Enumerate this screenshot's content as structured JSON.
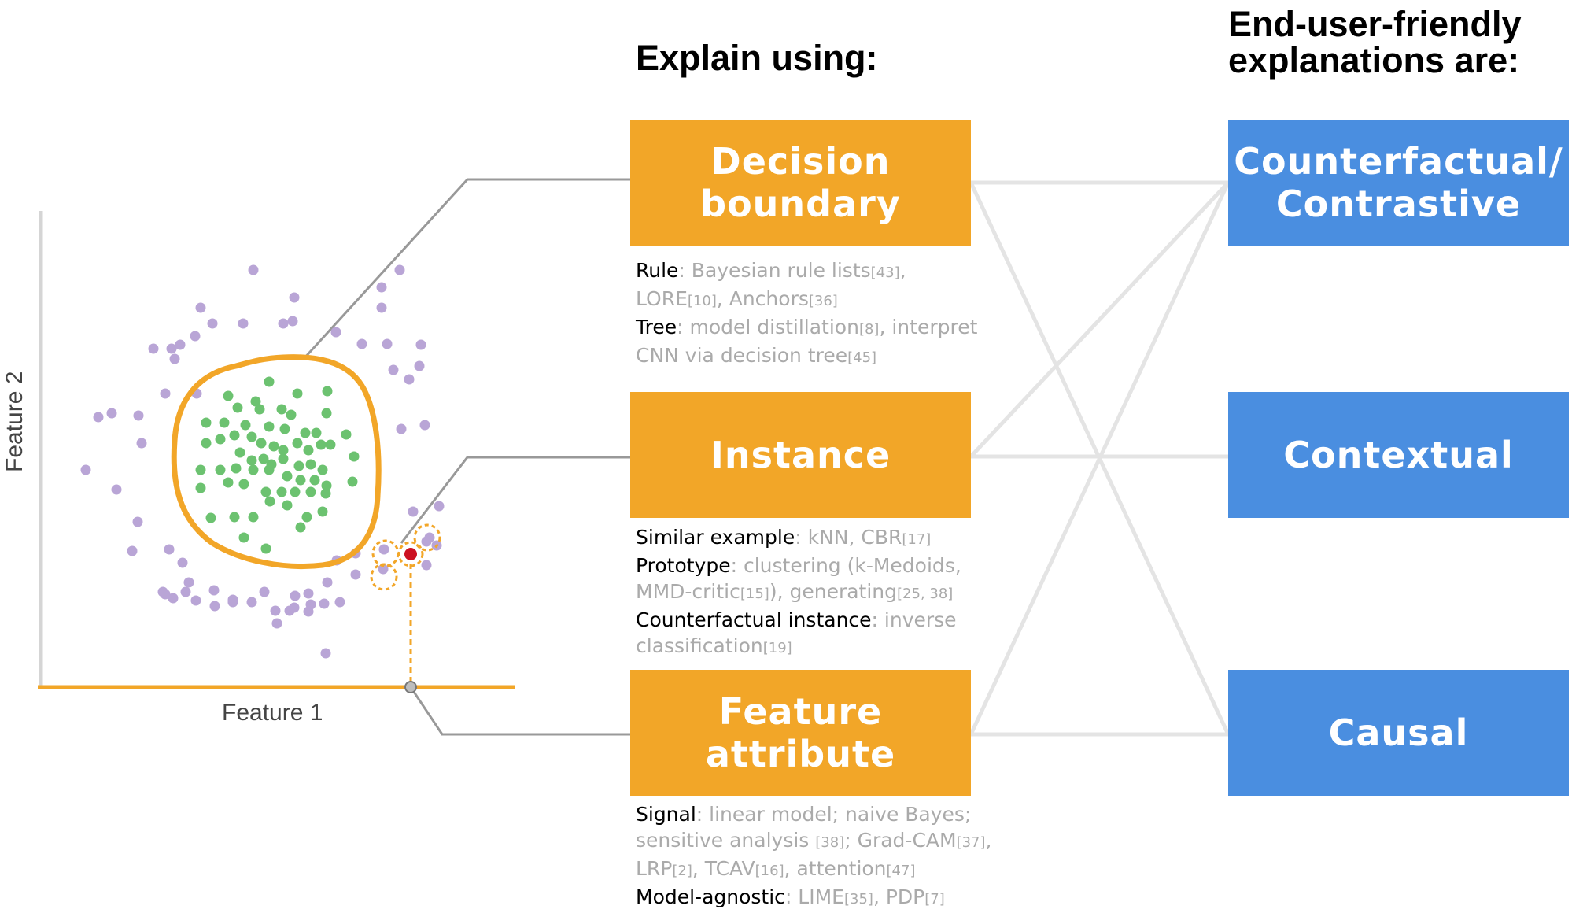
{
  "headers": {
    "explain_using": "Explain using:",
    "end_user_line1": "End-user-friendly",
    "end_user_line2": "explanations are:"
  },
  "scatter": {
    "y_axis_label": "Feature 2",
    "x_axis_label": "Feature 1",
    "colors": {
      "inner_points": "#6cc270",
      "outer_points": "#b9a5d6",
      "boundary": "#f2a628",
      "query_point": "#cc1122",
      "axis": "#d5d5d5"
    }
  },
  "method_boxes": [
    {
      "id": "decision-boundary",
      "line1": "Decision",
      "line2": "boundary"
    },
    {
      "id": "instance",
      "line1": "Instance",
      "line2": ""
    },
    {
      "id": "feature-attribute",
      "line1": "Feature",
      "line2": "attribute"
    }
  ],
  "method_details": {
    "decision_boundary": [
      {
        "parts": [
          {
            "t": "Rule",
            "c": "mname"
          },
          {
            "t": ": Bayesian rule lists",
            "c": ""
          },
          {
            "t": "[43]",
            "c": "ref"
          },
          {
            "t": ",",
            "c": ""
          }
        ]
      },
      {
        "parts": [
          {
            "t": "LORE",
            "c": ""
          },
          {
            "t": "[10]",
            "c": "ref"
          },
          {
            "t": ", Anchors",
            "c": ""
          },
          {
            "t": "[36]",
            "c": "ref"
          }
        ]
      },
      {
        "parts": [
          {
            "t": "Tree",
            "c": "mname"
          },
          {
            "t": ": model distillation",
            "c": ""
          },
          {
            "t": "[8]",
            "c": "ref"
          },
          {
            "t": ", interpret",
            "c": ""
          }
        ]
      },
      {
        "parts": [
          {
            "t": "CNN via decision tree",
            "c": ""
          },
          {
            "t": "[45]",
            "c": "ref"
          }
        ]
      }
    ],
    "instance": [
      {
        "parts": [
          {
            "t": "Similar example",
            "c": "mname"
          },
          {
            "t": ": kNN, CBR",
            "c": ""
          },
          {
            "t": "[17]",
            "c": "ref"
          }
        ]
      },
      {
        "parts": [
          {
            "t": "Prototype",
            "c": "mname"
          },
          {
            "t": ": clustering (k-Medoids,",
            "c": ""
          }
        ]
      },
      {
        "parts": [
          {
            "t": "MMD-critic",
            "c": ""
          },
          {
            "t": "[15]",
            "c": "ref"
          },
          {
            "t": "), generating",
            "c": ""
          },
          {
            "t": "[25, 38]",
            "c": "ref"
          }
        ]
      },
      {
        "parts": [
          {
            "t": "Counterfactual instance",
            "c": "mname"
          },
          {
            "t": ": inverse",
            "c": ""
          }
        ]
      },
      {
        "parts": [
          {
            "t": "classification",
            "c": ""
          },
          {
            "t": "[19]",
            "c": "ref"
          }
        ]
      }
    ],
    "feature_attribute": [
      {
        "parts": [
          {
            "t": "Signal",
            "c": "mname"
          },
          {
            "t": ": linear model; naive Bayes;",
            "c": ""
          }
        ]
      },
      {
        "parts": [
          {
            "t": "sensitive analysis ",
            "c": ""
          },
          {
            "t": "[38]",
            "c": "ref"
          },
          {
            "t": "; Grad-CAM",
            "c": ""
          },
          {
            "t": "[37]",
            "c": "ref"
          },
          {
            "t": ",",
            "c": ""
          }
        ]
      },
      {
        "parts": [
          {
            "t": "LRP",
            "c": ""
          },
          {
            "t": "[2]",
            "c": "ref"
          },
          {
            "t": ", TCAV",
            "c": ""
          },
          {
            "t": "[16]",
            "c": "ref"
          },
          {
            "t": ", attention",
            "c": ""
          },
          {
            "t": "[47]",
            "c": "ref"
          }
        ]
      },
      {
        "parts": [
          {
            "t": "Model-agnostic",
            "c": "mname"
          },
          {
            "t": ": LIME",
            "c": ""
          },
          {
            "t": "[35]",
            "c": "ref"
          },
          {
            "t": ", PDP",
            "c": ""
          },
          {
            "t": "[7]",
            "c": "ref"
          }
        ]
      }
    ]
  },
  "explanation_boxes": [
    {
      "id": "counterfactual",
      "line1": "Counterfactual/",
      "line2": "Contrastive"
    },
    {
      "id": "contextual",
      "line1": "Contextual",
      "line2": ""
    },
    {
      "id": "causal",
      "line1": "Causal",
      "line2": ""
    }
  ],
  "connections": [
    {
      "from": "Decision boundary",
      "to": "Counterfactual/Contrastive"
    },
    {
      "from": "Decision boundary",
      "to": "Causal"
    },
    {
      "from": "Instance",
      "to": "Counterfactual/Contrastive"
    },
    {
      "from": "Instance",
      "to": "Contextual"
    },
    {
      "from": "Feature attribute",
      "to": "Counterfactual/Contrastive"
    },
    {
      "from": "Feature attribute",
      "to": "Causal"
    }
  ],
  "colors": {
    "method_box": "#f2a628",
    "explanation_box": "#4a8ee0",
    "connector": "#e4e4e4",
    "leader": "#999999"
  }
}
